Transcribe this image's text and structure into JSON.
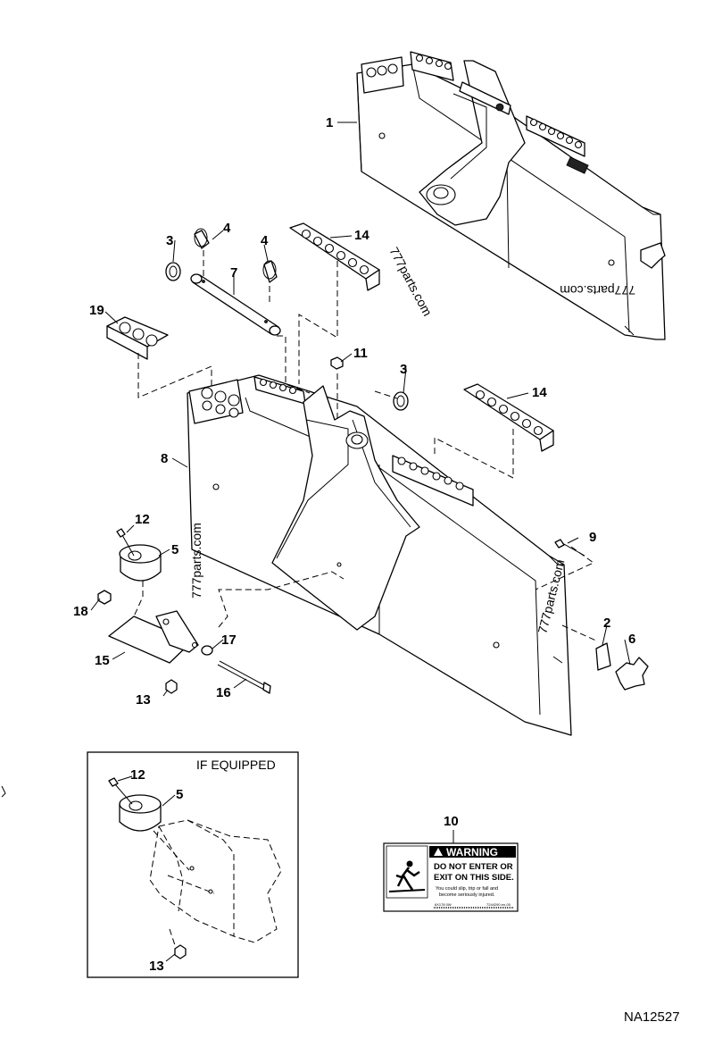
{
  "callouts": {
    "c1": "1",
    "c2": "2",
    "c3a": "3",
    "c3b": "3",
    "c4a": "4",
    "c4b": "4",
    "c5a": "5",
    "c5b": "5",
    "c6": "6",
    "c7": "7",
    "c8": "8",
    "c9": "9",
    "c10": "10",
    "c11": "11",
    "c12a": "12",
    "c12b": "12",
    "c13a": "13",
    "c13b": "13",
    "c14a": "14",
    "c14b": "14",
    "c15": "15",
    "c16": "16",
    "c17": "17",
    "c18": "18",
    "c19": "19"
  },
  "watermarks": {
    "w1": "777parts.com",
    "w2": "777parts.com",
    "w3": "777parts.com",
    "w4": "777parts.com"
  },
  "inset": {
    "title": "IF EQUIPPED"
  },
  "warning_decal": {
    "header": "WARNING",
    "line1": "DO NOT ENTER OR",
    "line2": "EXIT ON THIS  SIDE.",
    "line3": "You could slip, trip or fall and",
    "line4": "become seriously injured.",
    "code_left": "6X178 0W",
    "code_right": "7244290 en-00"
  },
  "document_number": "NA12527"
}
